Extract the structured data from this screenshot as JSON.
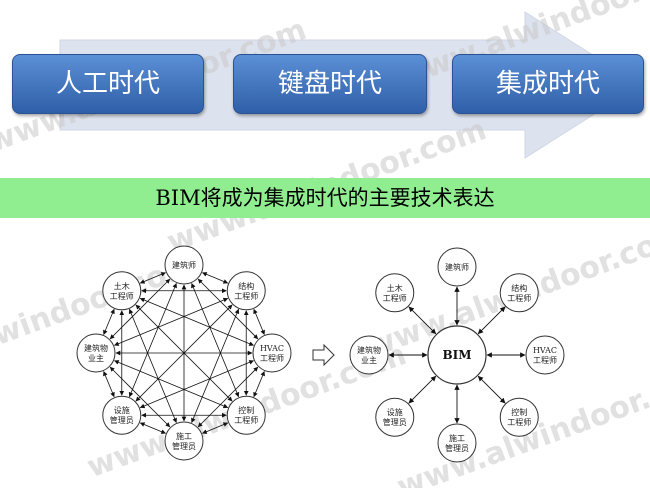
{
  "eras": [
    "人工时代",
    "键盘时代",
    "集成时代"
  ],
  "banner": "BIM将成为集成时代的主要技术表达",
  "watermark": "www.alwindoor.com",
  "left_diagram": {
    "nodes": [
      {
        "id": "architect",
        "lines": [
          "建筑师"
        ]
      },
      {
        "id": "structural",
        "lines": [
          "结构",
          "工程师"
        ]
      },
      {
        "id": "hvac",
        "lines": [
          "HVAC",
          "工程师"
        ]
      },
      {
        "id": "control",
        "lines": [
          "控制",
          "工程师"
        ]
      },
      {
        "id": "construction",
        "lines": [
          "施工",
          "管理员"
        ]
      },
      {
        "id": "facility",
        "lines": [
          "设施",
          "管理员"
        ]
      },
      {
        "id": "owner",
        "lines": [
          "建筑物",
          "业主"
        ]
      },
      {
        "id": "civil",
        "lines": [
          "土木",
          "工程师"
        ]
      }
    ]
  },
  "right_diagram": {
    "center": "BIM",
    "nodes": [
      {
        "id": "architect",
        "lines": [
          "建筑师"
        ]
      },
      {
        "id": "structural",
        "lines": [
          "结构",
          "工程师"
        ]
      },
      {
        "id": "hvac",
        "lines": [
          "HVAC",
          "工程师"
        ]
      },
      {
        "id": "control",
        "lines": [
          "控制",
          "工程师"
        ]
      },
      {
        "id": "construction",
        "lines": [
          "施工",
          "管理员"
        ]
      },
      {
        "id": "facility",
        "lines": [
          "设施",
          "管理员"
        ]
      },
      {
        "id": "owner",
        "lines": [
          "建筑物",
          "业主"
        ]
      },
      {
        "id": "civil",
        "lines": [
          "土木",
          "工程师"
        ]
      }
    ]
  },
  "colors": {
    "banner_bg": "#90ee90",
    "era_box": "#3c6fbc",
    "big_arrow": "#dde3ee"
  }
}
